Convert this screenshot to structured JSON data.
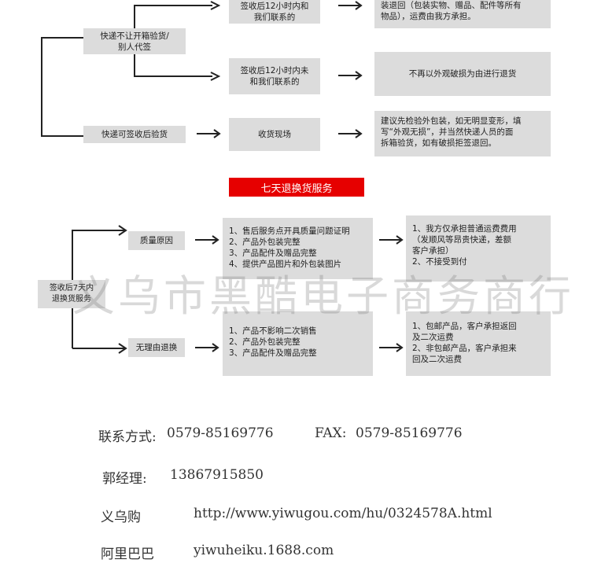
{
  "flow1": {
    "cond1": "快递不让开箱验货/\n别人代签",
    "cond2": "快递可签收后验货",
    "mid1": "签收后12小时内和\n我们联系的",
    "mid2": "签收后12小时内未\n和我们联系的",
    "mid3": "收货现场",
    "res1": "装退回（包装实物、赠品、配件等所有\n物品），运费由我方承担。",
    "res2": "不再以外观破损为由进行退货",
    "res3": "建议先检验外包装，如无明显变形，填\n写“外观无损”，并当然快递人员的面\n拆箱验货，如有破损拒签退回。"
  },
  "section_title": "七天退换货服务",
  "flow2": {
    "root": "签收后7天内\n退换货服务",
    "quality": "质量原因",
    "noreason": "无理由退换",
    "q_cond": "1、售后服务点开具质量问题证明\n2、产品外包装完整\n3、产品配件及赠品完整\n4、提供产品图片和外包装图片",
    "q_res": "1、我方仅承担普通运费费用\n    （发顺风等昂贵快递，差额\n      客户承担）\n2、不接受到付",
    "n_cond": "1、产品不影响二次销售\n2、产品外包装完整\n3、产品配件及赠品完整",
    "n_res": "1、包邮产品，客户承担返回\n    及二次运费\n2、非包邮产品，客户承担来\n    回及二次运费"
  },
  "watermark": "义乌市黑酷电子商务商行",
  "contact": {
    "phone_label": "联系方式:",
    "phone": "0579-85169776",
    "fax_label": "FAX:",
    "fax": "0579-85169776",
    "manager_label": "郭经理:",
    "manager_phone": "13867915850",
    "yiwugou_label": "义乌购",
    "yiwugou_url": "http://www.yiwugou.com/hu/0324578A.html",
    "alibaba_label": "阿里巴巴",
    "alibaba_url": "yiwuheiku.1688.com"
  }
}
